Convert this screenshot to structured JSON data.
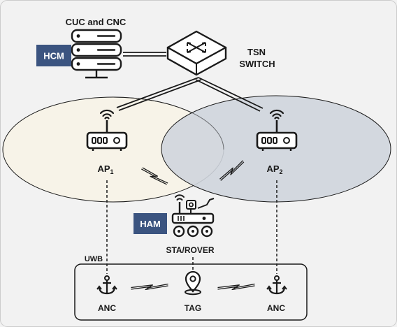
{
  "title": "CUC and CNC",
  "hcm_label": "HCM",
  "switch_label_line1": "TSN",
  "switch_label_line2": "SWITCH",
  "ap1": {
    "base": "AP",
    "sub": "1"
  },
  "ap2": {
    "base": "AP",
    "sub": "2"
  },
  "ham_label": "HAM",
  "rover_label": "STA/ROVER",
  "uwb_label": "UWB",
  "anchor_left_label": "ANC",
  "tag_label": "TAG",
  "anchor_right_label": "ANC",
  "colors": {
    "badge": "#3b5480",
    "cell_left": "#f7f3e8",
    "cell_right": "#cfd5dd",
    "outline": "#1a1a1a",
    "background": "#f2f2f2"
  },
  "icons": [
    "server-stack-icon",
    "tsn-switch-icon",
    "wifi-router-icon",
    "wireless-link-icon",
    "rover-robot-icon",
    "anchor-icon",
    "location-pin-icon"
  ]
}
